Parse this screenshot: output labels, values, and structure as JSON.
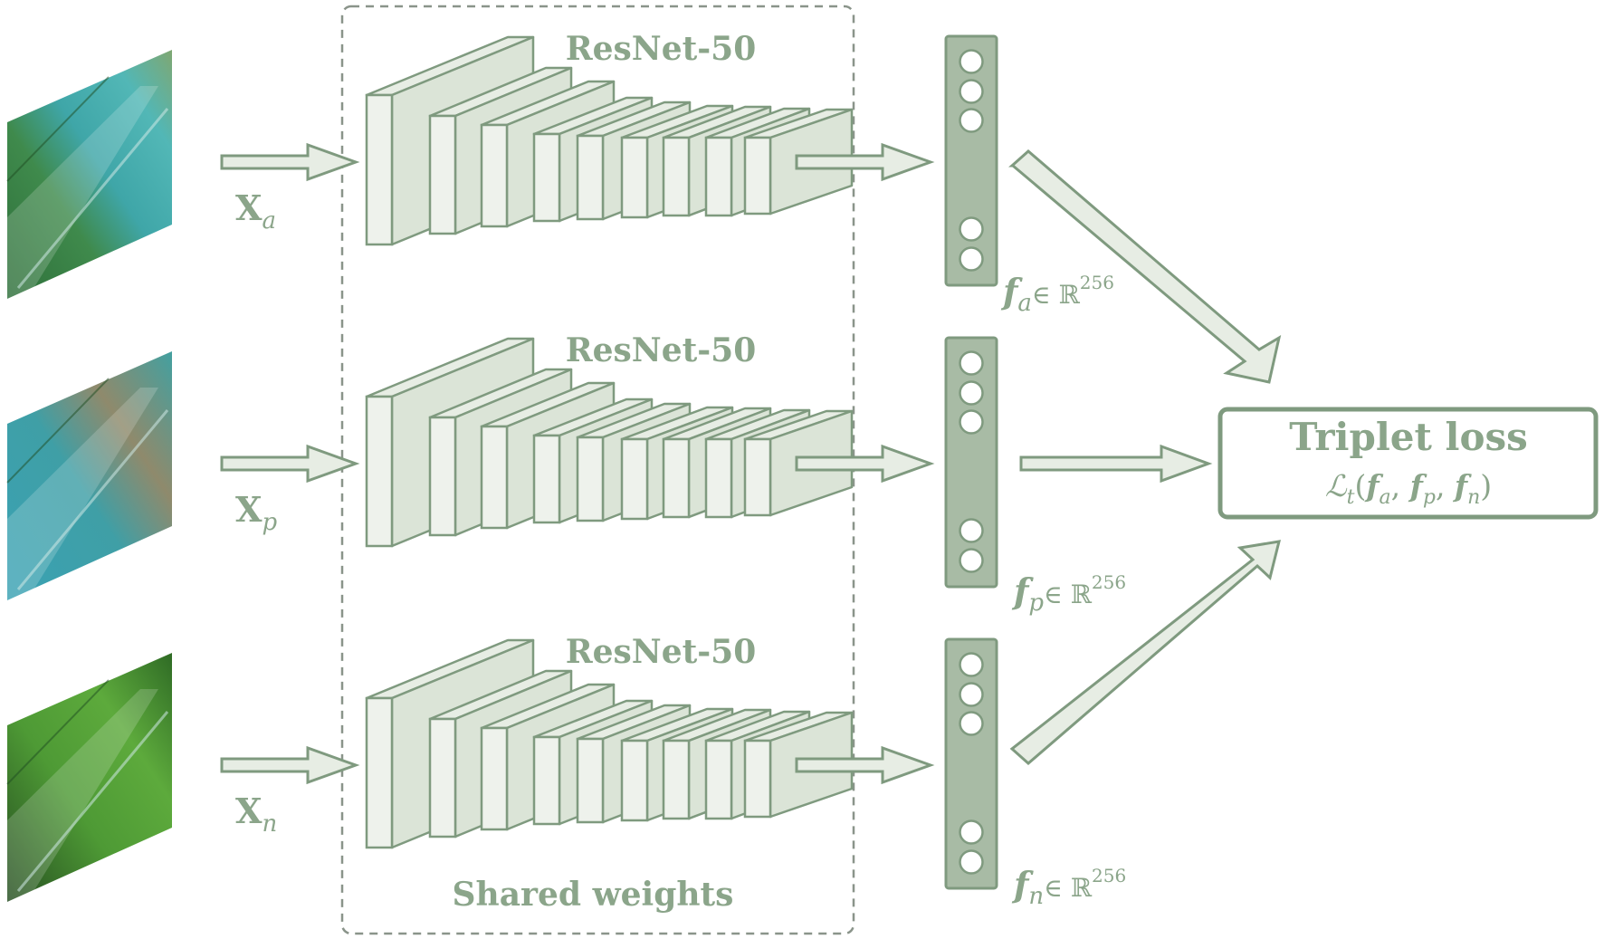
{
  "colors": {
    "stroke": "#7f9a7f",
    "fill_light": "#e7ede4",
    "fill_vector": "#a8bba5",
    "text": "#8ba58a",
    "dashed_box": "#8a948a"
  },
  "encoder": {
    "name": "ResNet-50",
    "shared_label": "Shared weights"
  },
  "branches": [
    {
      "id": "anchor",
      "input_main": "X",
      "input_sub": "a",
      "image_icon": "leaf-photo-icon",
      "embedding_main": "f",
      "embedding_sub": "a",
      "embedding_space": "∈ ℝ",
      "embedding_dim": "256"
    },
    {
      "id": "positive",
      "input_main": "X",
      "input_sub": "p",
      "image_icon": "leaf-photo-icon",
      "embedding_main": "f",
      "embedding_sub": "p",
      "embedding_space": "∈ ℝ",
      "embedding_dim": "256"
    },
    {
      "id": "negative",
      "input_main": "X",
      "input_sub": "n",
      "image_icon": "leaf-photo-icon",
      "embedding_main": "f",
      "embedding_sub": "n",
      "embedding_space": "∈ ℝ",
      "embedding_dim": "256"
    }
  ],
  "loss": {
    "title": "Triplet loss",
    "formula_main": "ℒ",
    "formula_sub": "t",
    "formula_args": "(f",
    "arg1": "a",
    "arg2": "p",
    "arg3": "n"
  }
}
